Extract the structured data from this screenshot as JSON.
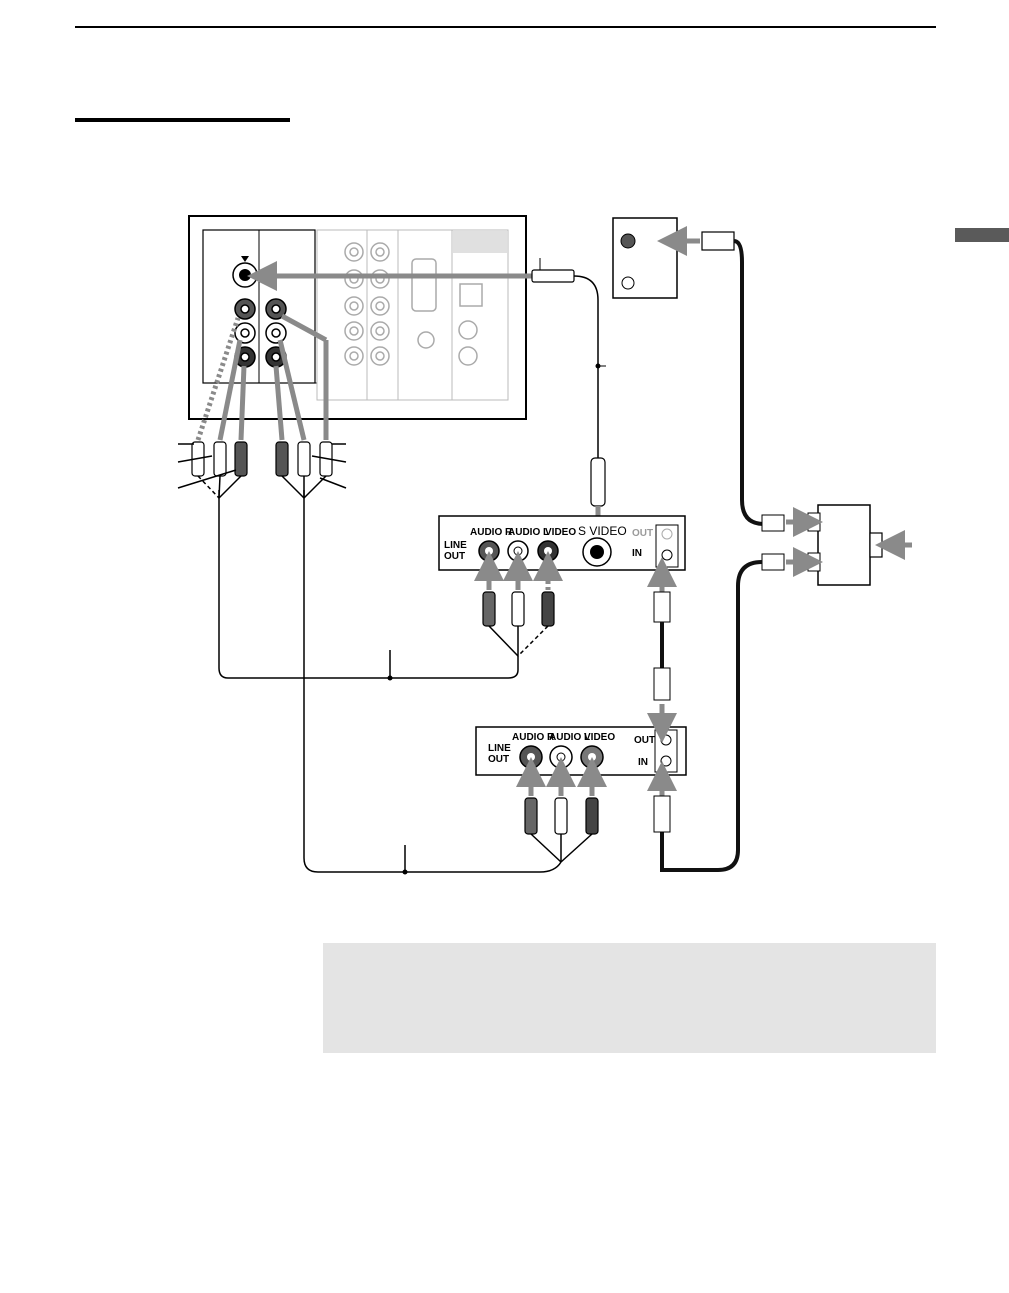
{
  "vcr_top": {
    "audio_r": "AUDIO R",
    "audio_l": "AUDIO L",
    "video": "VIDEO",
    "s_video": "S VIDEO",
    "line_out_1": "LINE",
    "line_out_2": "OUT",
    "out": "OUT",
    "in": "IN"
  },
  "vcr_bottom": {
    "audio_r": "AUDIO R",
    "audio_l": "AUDIO L",
    "video": "VIDEO",
    "line_out_1": "LINE",
    "line_out_2": "OUT",
    "out": "OUT",
    "in": "IN"
  },
  "colors": {
    "arrow": "#8a8a8a",
    "cable": "#222222",
    "note_background": "#e4e4e4",
    "side_tab": "#5a5a5a"
  }
}
